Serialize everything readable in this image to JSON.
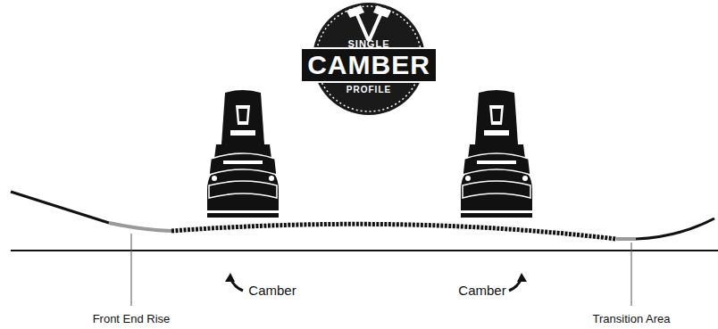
{
  "diagram": {
    "nodes": [
      {
        "text": [
          "SINGLE",
          "CAMBER",
          "PROFILE"
        ]
      }
    ],
    "labels": [
      "Camber",
      "Camber",
      "Front End Rise",
      "Transition Area"
    ]
  }
}
